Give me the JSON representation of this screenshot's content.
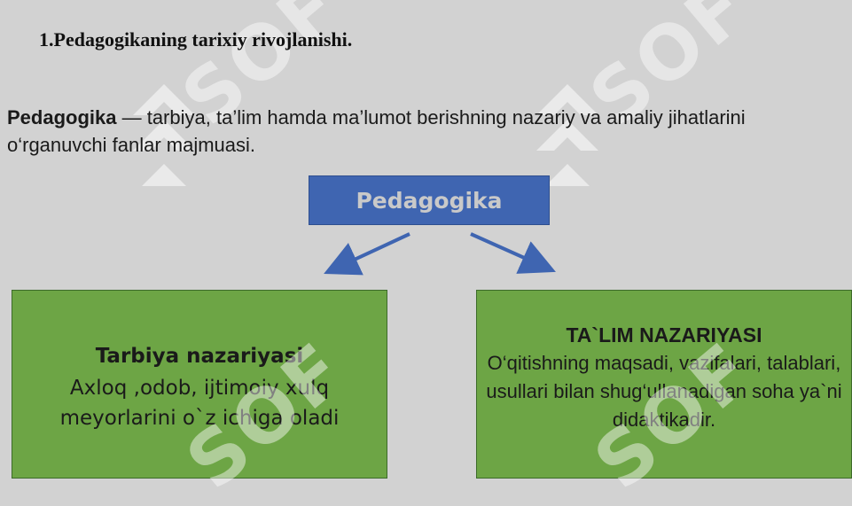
{
  "title": "1.Pedagogikaning  tarixiy rivojlanishi.",
  "definition": {
    "term": "Pedagogika",
    "text": "  — tarbiya, ta’lim hamda ma’lumot berishning nazariy va amaliy jihatlarini o‘rganuvchi fanlar majmuasi."
  },
  "diagram": {
    "root": "Pedagogika",
    "left": {
      "title": "Tarbiya nazariyasi",
      "body": "Axloq ,odob, ijtimoiy xulq meyorlarini o`z ichiga oladi"
    },
    "right": {
      "title": "TA`LIM NAZARIYASI",
      "body": "O‘qitishning maqsadi, vazifalari, talablari, usullari bilan shug‘ullanadigan soha ya`ni didaktikadir."
    }
  },
  "watermark": {
    "text": "SOF",
    "logo": "sof-logo-icon"
  },
  "colors": {
    "background": "#d2d2d2",
    "root_box": "#3f65b1",
    "branch_box": "#6da545",
    "arrow": "#3f65b1"
  }
}
